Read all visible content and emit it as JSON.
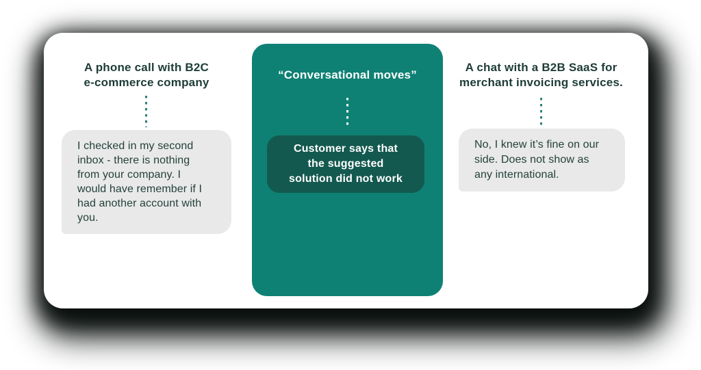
{
  "diagram": {
    "left": {
      "header": "A phone call with B2C\ne-commerce company",
      "bubble": "I checked in my second\ninbox - there is nothing\nfrom your company. I\nwould have remember if I\nhad another account with\nyou."
    },
    "center": {
      "title": "“Conversational moves”",
      "highlight": "Customer says that\nthe suggested\nsolution did not work"
    },
    "right": {
      "header": "A chat with a B2B SaaS for\nmerchant invoicing services.",
      "bubble": "No, I knew it’s fine on our\nside. Does not show as\nany international."
    },
    "colors": {
      "page_bg": "#FFFFFF",
      "card_bg": "#FFFFFF",
      "panel": "#0E8174",
      "highlight_box": "#13594F",
      "header_text": "#1D3C37",
      "bubble_bg": "#E8E9E8",
      "bubble_text": "#24403C",
      "connector": "#2E8076",
      "shadow": "#070D0B"
    }
  }
}
